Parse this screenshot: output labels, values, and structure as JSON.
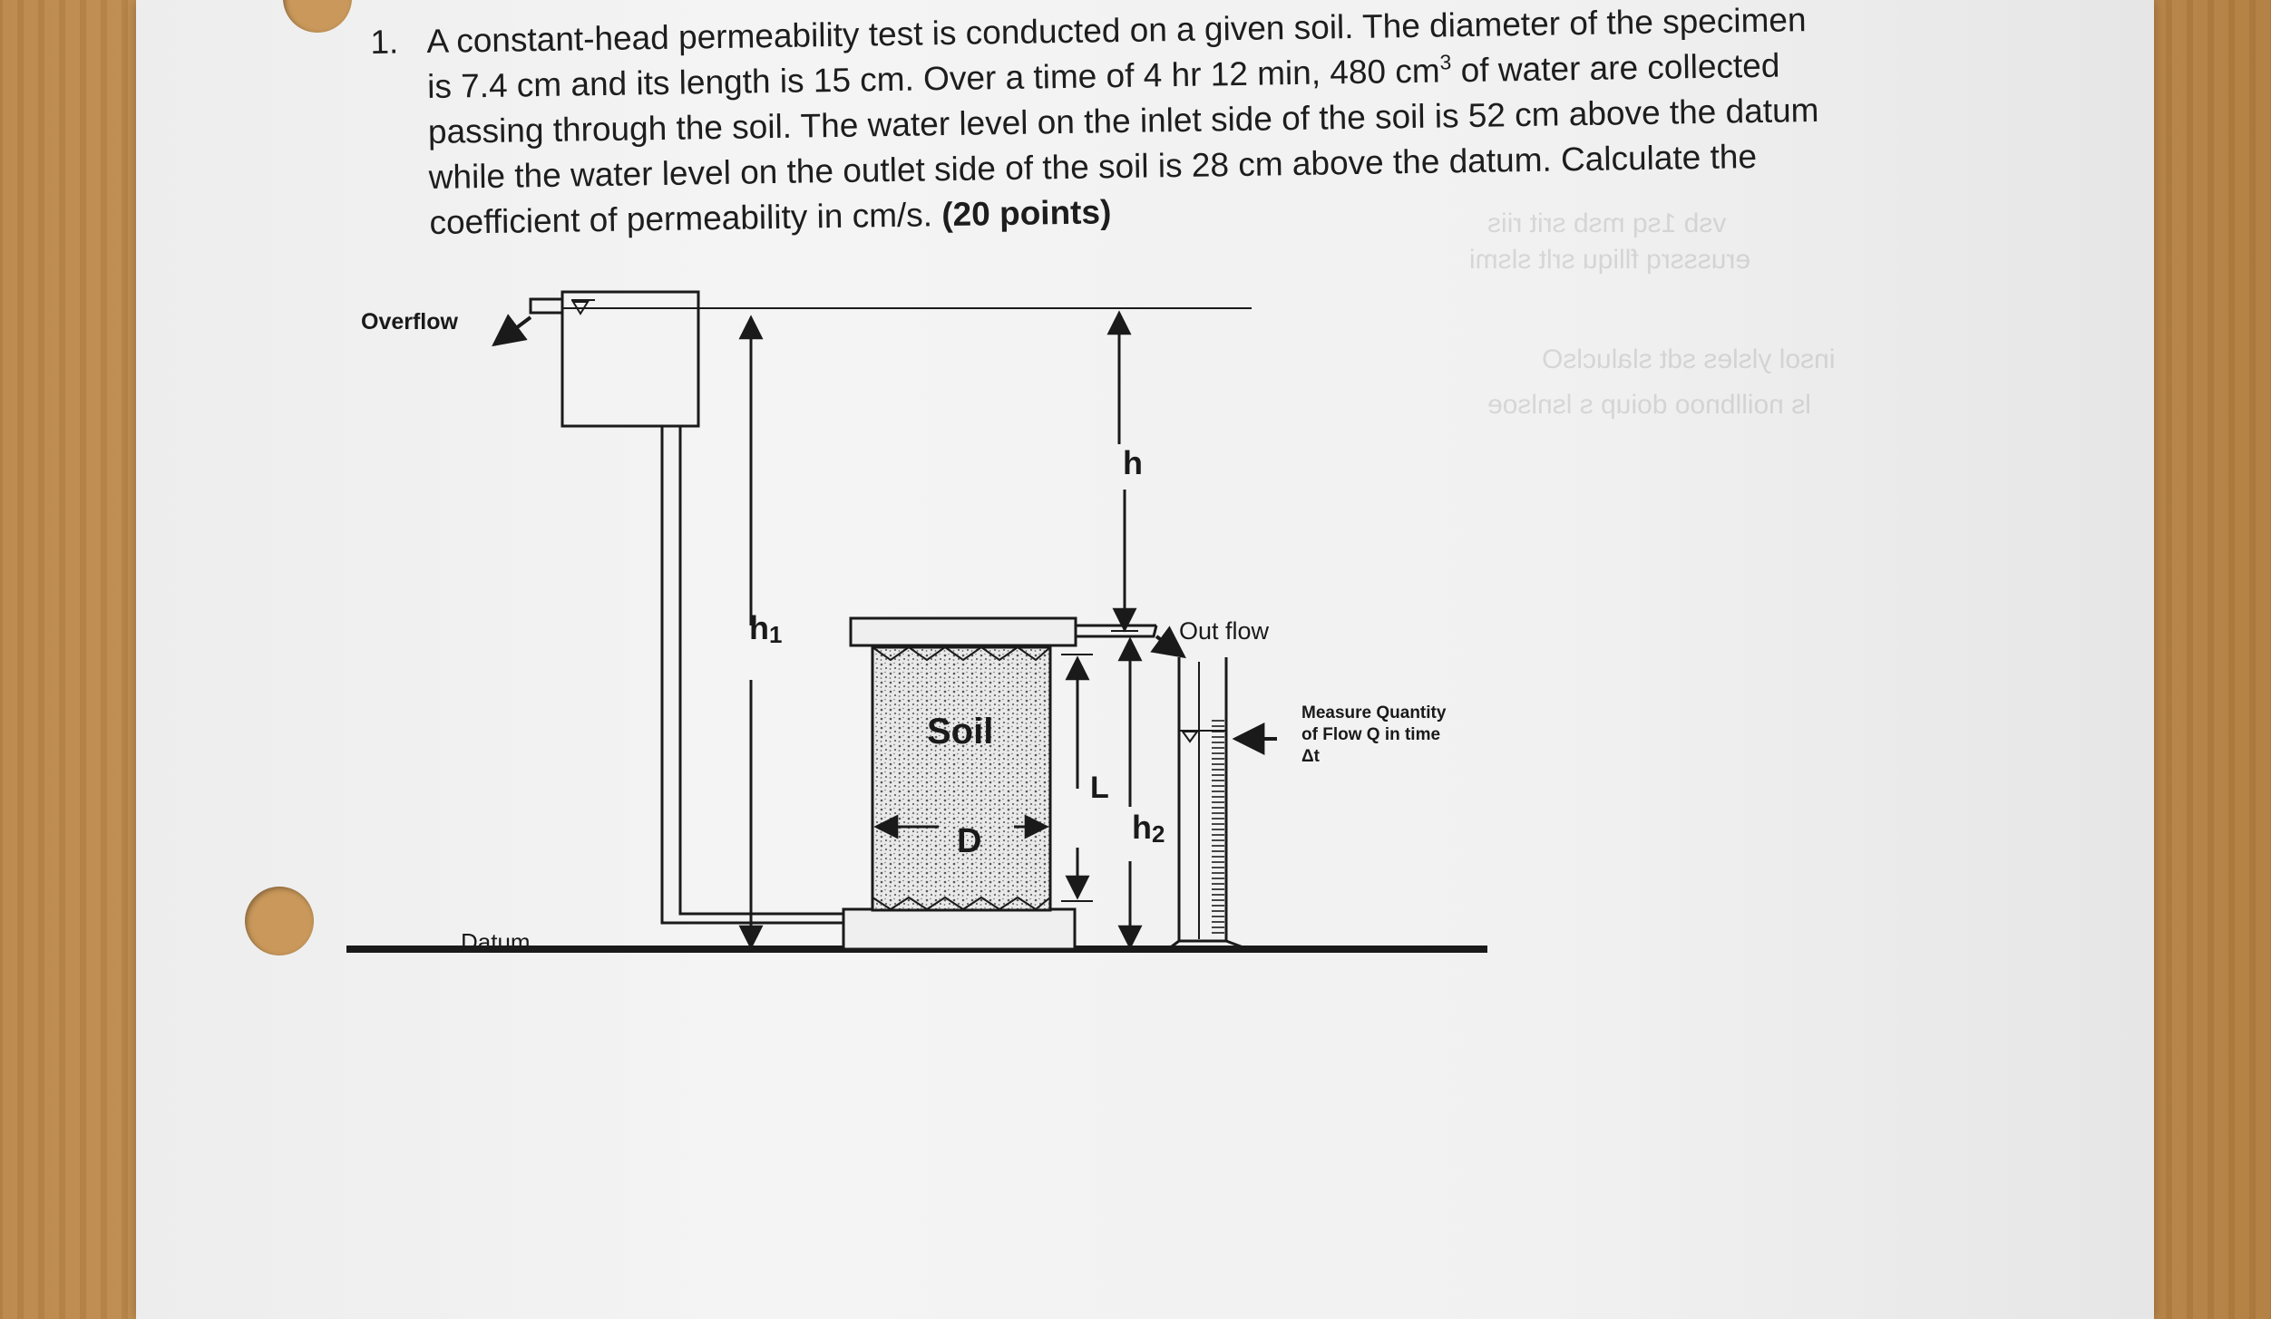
{
  "problem": {
    "number": "1.",
    "lines": [
      "A constant-head permeability test is conducted on a given soil.  The diameter of the specimen",
      "is 7.4 cm and its length is 15 cm.  Over a time of 4 hr 12 min, 480 cm",
      "passing through the soil.  The water level on the inlet side of the soil is 52 cm above the datum",
      "while the water level on the outlet side of the soil is 28 cm above the datum.  Calculate the",
      "coefficient of permeability in cm/s."
    ],
    "line2_sup": "3",
    "line2_tail": " of water are collected",
    "points": " (20 points)"
  },
  "diagram": {
    "overflow": "Overflow",
    "datum": "Datum",
    "h1": "h",
    "h1_sub": "1",
    "h": "h",
    "soil": "Soil",
    "D": "D",
    "L": "L",
    "h2": "h",
    "h2_sub": "2",
    "out_flow": "Out flow",
    "measure_line1": "Measure Quantity",
    "measure_line2": "of Flow Q in time",
    "measure_line3": "Δt"
  },
  "colors": {
    "ink": "#1a1a1a",
    "paper": "#f1f1f1",
    "desk": "#c99a5b"
  }
}
